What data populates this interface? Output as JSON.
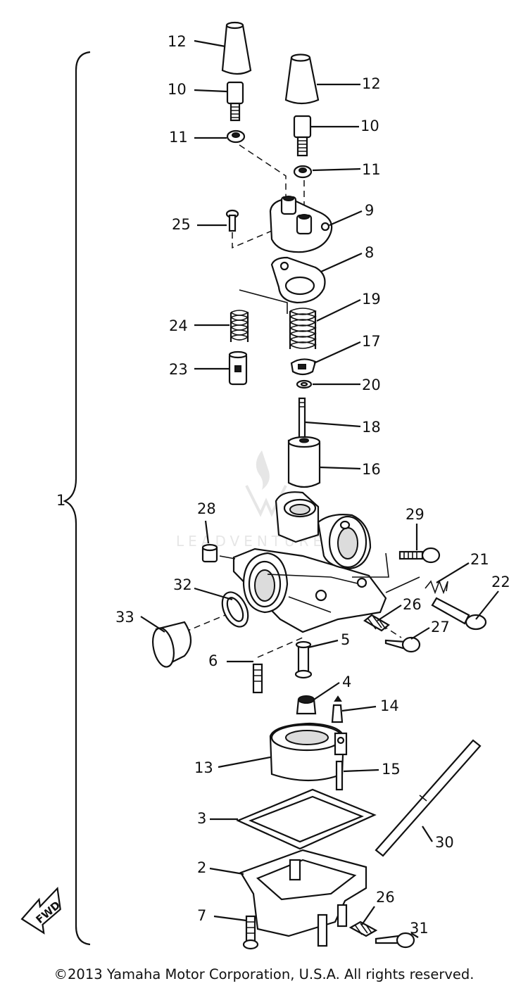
{
  "diagram": {
    "callouts": [
      {
        "id": "12a",
        "label": "12"
      },
      {
        "id": "12b",
        "label": "12"
      },
      {
        "id": "10a",
        "label": "10"
      },
      {
        "id": "10b",
        "label": "10"
      },
      {
        "id": "11a",
        "label": "11"
      },
      {
        "id": "11b",
        "label": "11"
      },
      {
        "id": "9",
        "label": "9"
      },
      {
        "id": "25",
        "label": "25"
      },
      {
        "id": "8",
        "label": "8"
      },
      {
        "id": "19",
        "label": "19"
      },
      {
        "id": "24",
        "label": "24"
      },
      {
        "id": "17",
        "label": "17"
      },
      {
        "id": "23",
        "label": "23"
      },
      {
        "id": "20",
        "label": "20"
      },
      {
        "id": "18",
        "label": "18"
      },
      {
        "id": "16",
        "label": "16"
      },
      {
        "id": "1",
        "label": "1"
      },
      {
        "id": "28",
        "label": "28"
      },
      {
        "id": "29",
        "label": "29"
      },
      {
        "id": "21",
        "label": "21"
      },
      {
        "id": "22",
        "label": "22"
      },
      {
        "id": "32",
        "label": "32"
      },
      {
        "id": "33",
        "label": "33"
      },
      {
        "id": "26a",
        "label": "26"
      },
      {
        "id": "27",
        "label": "27"
      },
      {
        "id": "5",
        "label": "5"
      },
      {
        "id": "6",
        "label": "6"
      },
      {
        "id": "4",
        "label": "4"
      },
      {
        "id": "14",
        "label": "14"
      },
      {
        "id": "13",
        "label": "13"
      },
      {
        "id": "15",
        "label": "15"
      },
      {
        "id": "3",
        "label": "3"
      },
      {
        "id": "30",
        "label": "30"
      },
      {
        "id": "2",
        "label": "2"
      },
      {
        "id": "26b",
        "label": "26"
      },
      {
        "id": "31",
        "label": "31"
      },
      {
        "id": "7",
        "label": "7"
      }
    ],
    "fwd_label": "FWD",
    "watermark": "LEADVENTURE"
  },
  "copyright": "©2013 Yamaha Motor Corporation, U.S.A. All rights reserved."
}
